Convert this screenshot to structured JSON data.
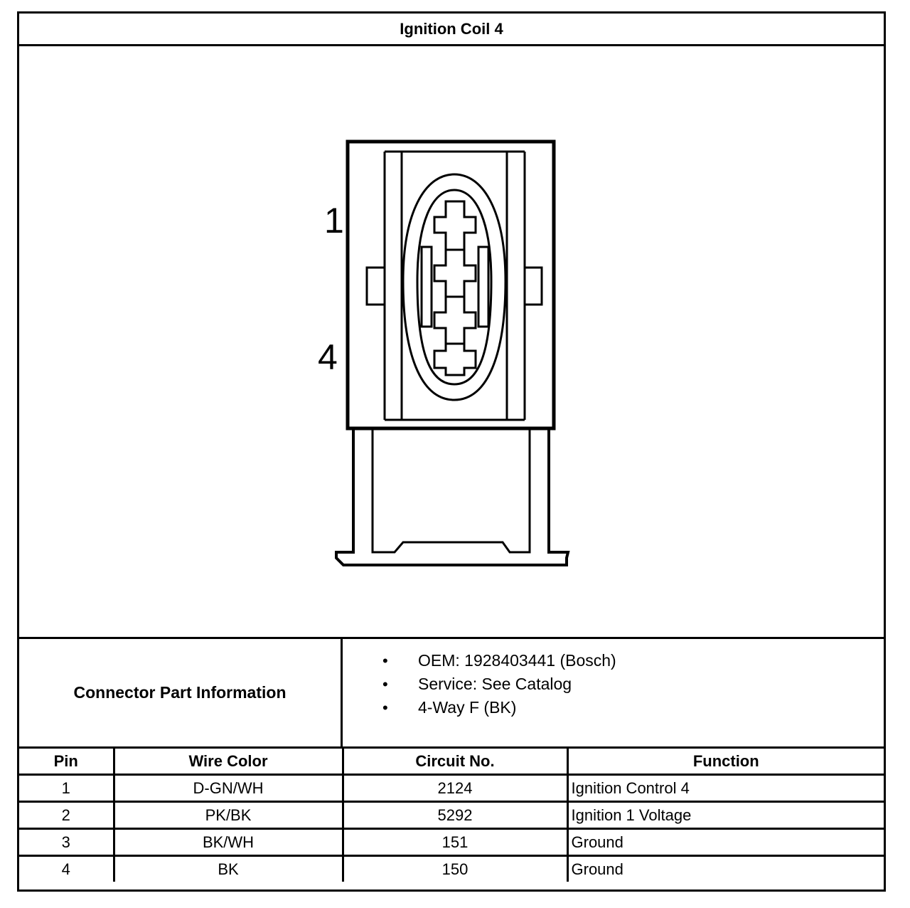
{
  "title": "Ignition Coil 4",
  "diagram": {
    "pin_labels": [
      "1",
      "4"
    ]
  },
  "connector_info": {
    "label": "Connector Part Information",
    "items": [
      "OEM: 1928403441 (Bosch)",
      "Service: See Catalog",
      "4-Way F (BK)"
    ]
  },
  "table": {
    "headers": [
      "Pin",
      "Wire Color",
      "Circuit No.",
      "Function"
    ],
    "rows": [
      [
        "1",
        "D-GN/WH",
        "2124",
        "Ignition Control 4"
      ],
      [
        "2",
        "PK/BK",
        "5292",
        "Ignition 1 Voltage"
      ],
      [
        "3",
        "BK/WH",
        "151",
        "Ground"
      ],
      [
        "4",
        "BK",
        "150",
        "Ground"
      ]
    ]
  }
}
